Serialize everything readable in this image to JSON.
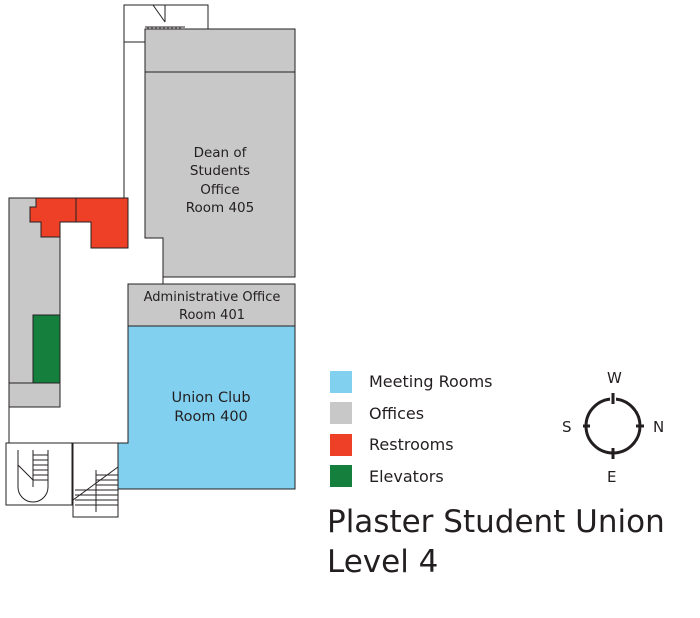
{
  "rooms": {
    "dean": [
      "Dean of",
      "Students",
      "Office",
      "Room 405"
    ],
    "admin": [
      "Administrative Office",
      "Room 401"
    ],
    "union_club": [
      "Union Club",
      "Room 400"
    ]
  },
  "legend": [
    {
      "label": "Meeting Rooms",
      "color": "#82d0f0"
    },
    {
      "label": "Offices",
      "color": "#c8c8c9"
    },
    {
      "label": "Restrooms",
      "color": "#ee4027"
    },
    {
      "label": "Elevators",
      "color": "#157f3e"
    }
  ],
  "compass": {
    "top": "W",
    "bottom": "E",
    "left": "S",
    "right": "N"
  },
  "title": {
    "line1": "Plaster Student Union",
    "line2": "Level 4"
  }
}
